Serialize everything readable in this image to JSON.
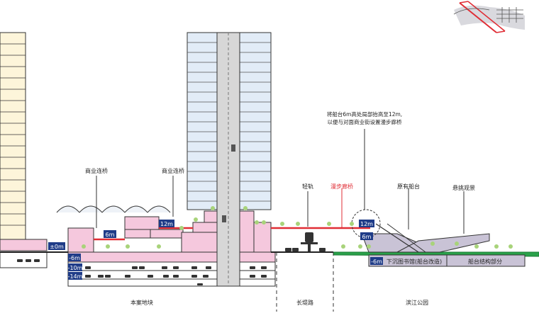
{
  "labels": {
    "commercial_bridge_1": "商业连桥",
    "commercial_bridge_2": "商业连桥",
    "light_rail": "轻轨",
    "promenade_bridge": "漫步廊桥",
    "existing_platform": "原有船台",
    "cantilever_view": "悬挑观景",
    "note_line1": "将船台6m高处局部抬高至12m,",
    "note_line2": "以便与对面商业街设置漫步廊桥",
    "sunken_library": "下沉图书馆(船台改造)",
    "platform_structure": "船台结构部分",
    "zone_site": "本案地块",
    "zone_road": "长堤路",
    "zone_park": "滨江公园"
  },
  "tags": {
    "lib_depth": "-6m",
    "b1": "-6m",
    "b2": "-10m",
    "b3": "-14m",
    "ground": "±0m",
    "podium_6m": "6m",
    "podium_12m": "12m",
    "bridge_12m": "12m",
    "platform_6m": "6m"
  },
  "colors": {
    "building_pink": "#f5c8dd",
    "tower_blue": "#e2ecf7",
    "bridge_red": "#e02d35",
    "tag_navy": "#1f3c88",
    "park_green": "#2aa14a",
    "platform_gray": "#c9c3d6",
    "residential_yellow": "#fdf5da"
  }
}
